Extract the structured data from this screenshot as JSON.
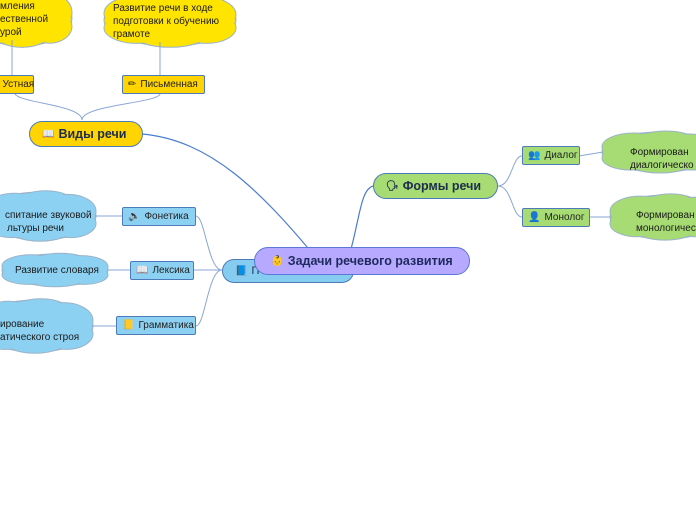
{
  "root": {
    "label": "Задачи речевого развития",
    "icon": "baby-face-icon"
  },
  "branches": {
    "types": {
      "label": "Виды речи",
      "icon": "book-icon",
      "children": [
        {
          "label": "Устная",
          "icon": "ear-icon",
          "cloud": [
            "мления",
            "ественной",
            "урой"
          ]
        },
        {
          "label": "Письменная",
          "icon": "pencil-icon",
          "cloud": [
            "Развитие речи в ходе",
            "подготовки к обучению",
            "грамоте"
          ]
        }
      ]
    },
    "forms": {
      "label": "Формы речи",
      "icon": "speaking-head-icon",
      "children": [
        {
          "label": "Диалог",
          "icon": "people-icon",
          "cloud": [
            "Формирован",
            "диалогическо"
          ]
        },
        {
          "label": "Монолог",
          "icon": "person-icon",
          "cloud": [
            "Формирован",
            "монологичес"
          ]
        }
      ]
    },
    "aspects": {
      "label": "П",
      "icon": "blue-book-icon",
      "children": [
        {
          "label": "Фонетика",
          "icon": "speaker-icon",
          "cloud": [
            "спитание звуковой",
            "льтуры речи"
          ]
        },
        {
          "label": "Лексика",
          "icon": "open-book-icon",
          "cloud": [
            "Развитие словаря"
          ]
        },
        {
          "label": "Грамматика",
          "icon": "notebook-icon",
          "cloud": [
            "ирование",
            "атического строя"
          ]
        }
      ]
    }
  },
  "colors": {
    "link": "#4a7ccf",
    "cloud_yellow": "#ffe400",
    "cloud_green": "#a6dc73",
    "cloud_blue": "#8dd1f2"
  }
}
